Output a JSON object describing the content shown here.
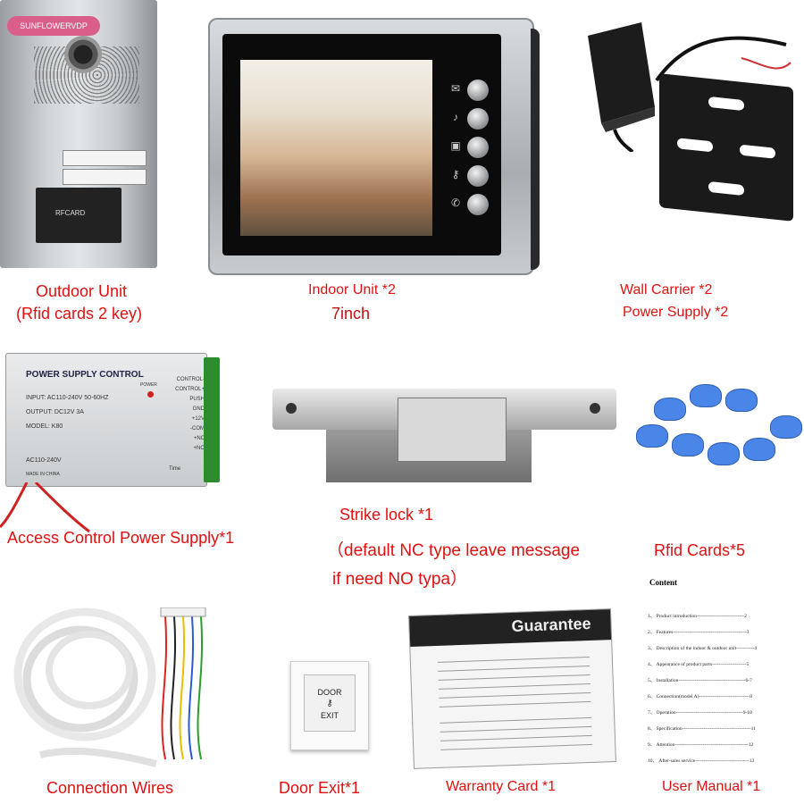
{
  "brand_watermark": "SUNFLOWERVDP",
  "outdoor_unit": {
    "rfid_reader_text": "RFCARD",
    "label1": "Outdoor Unit",
    "label2": "(Rfid cards 2 key)"
  },
  "indoor_unit": {
    "label1": "Indoor Unit *2",
    "label2": "7inch"
  },
  "wall_carrier": {
    "label1": "Wall Carrier *2",
    "label2": "Power Supply *2"
  },
  "access_power": {
    "panel_title": "POWER SUPPLY CONTROL",
    "input": "INPUT: AC110-240V  50-60HZ",
    "output": "OUTPUT: DC12V  3A",
    "model": "MODEL: K80",
    "ac": "AC110-240V",
    "made": "MADE IN CHINA",
    "power_led": "POWER",
    "time": "Time",
    "terminals": [
      "CONTROL-",
      "CONTROL+",
      "PUSH",
      "GND",
      "+12V",
      "-COM",
      "+NC",
      "+NO"
    ],
    "label": "Access Control Power Supply*1"
  },
  "strike_lock": {
    "label1": "Strike lock *1",
    "label2": "（default NC type leave message",
    "label3": "if need NO typa）"
  },
  "rfid_cards": {
    "label": "Rfid Cards*5"
  },
  "connection_wires": {
    "label": "Connection Wires"
  },
  "door_exit": {
    "line1": "DOOR",
    "line2": "EXIT",
    "label": "Door Exit*1"
  },
  "warranty": {
    "title": "Guarantee",
    "label": "Warranty Card *1"
  },
  "manual": {
    "title": "Content",
    "toc": [
      "1、 Product introduction-----------------------------2",
      "2、 Features---------------------------------------------3",
      "3、 Description of the indoor & outdoor unit-----------4",
      "4、 Appearance of product parts---------------------5",
      "5、 Installation-----------------------------------------6-7",
      "6、 Connection(model A)-------------------------------8",
      "7、 Operation-----------------------------------------9-10",
      "8、 Specification------------------------------------------11",
      "9、 Attention---------------------------------------------12",
      "10、 After-sales service---------------------------------13"
    ],
    "label": "User Manual *1"
  }
}
